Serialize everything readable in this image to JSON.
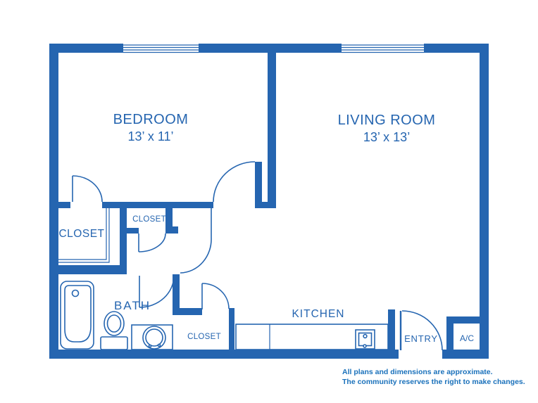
{
  "colors": {
    "wall_blue": "#2565b0",
    "label_blue": "#2565b0",
    "disclaimer_blue": "#1a71bb",
    "background": "#ffffff"
  },
  "rooms": {
    "bedroom": {
      "label": "BEDROOM",
      "dimensions": "13’ x 11’"
    },
    "living_room": {
      "label": "LIVING ROOM",
      "dimensions": "13’ x 13’"
    },
    "bedroom_closet": {
      "label": "CLOSET"
    },
    "hall_closet": {
      "label": "CLOSET"
    },
    "entry_closet": {
      "label": "CLOSET"
    },
    "bath": {
      "label": "BATH"
    },
    "kitchen": {
      "label": "KITCHEN"
    },
    "entry": {
      "label": "ENTRY"
    },
    "ac": {
      "label": "A/C"
    }
  },
  "fixtures": [
    "bathtub",
    "toilet",
    "sink",
    "stove",
    "kitchen-counter",
    "window",
    "door-swing"
  ],
  "disclaimer": {
    "line1": "All plans and dimensions are approximate.",
    "line2": "The community reserves the right to make changes."
  }
}
